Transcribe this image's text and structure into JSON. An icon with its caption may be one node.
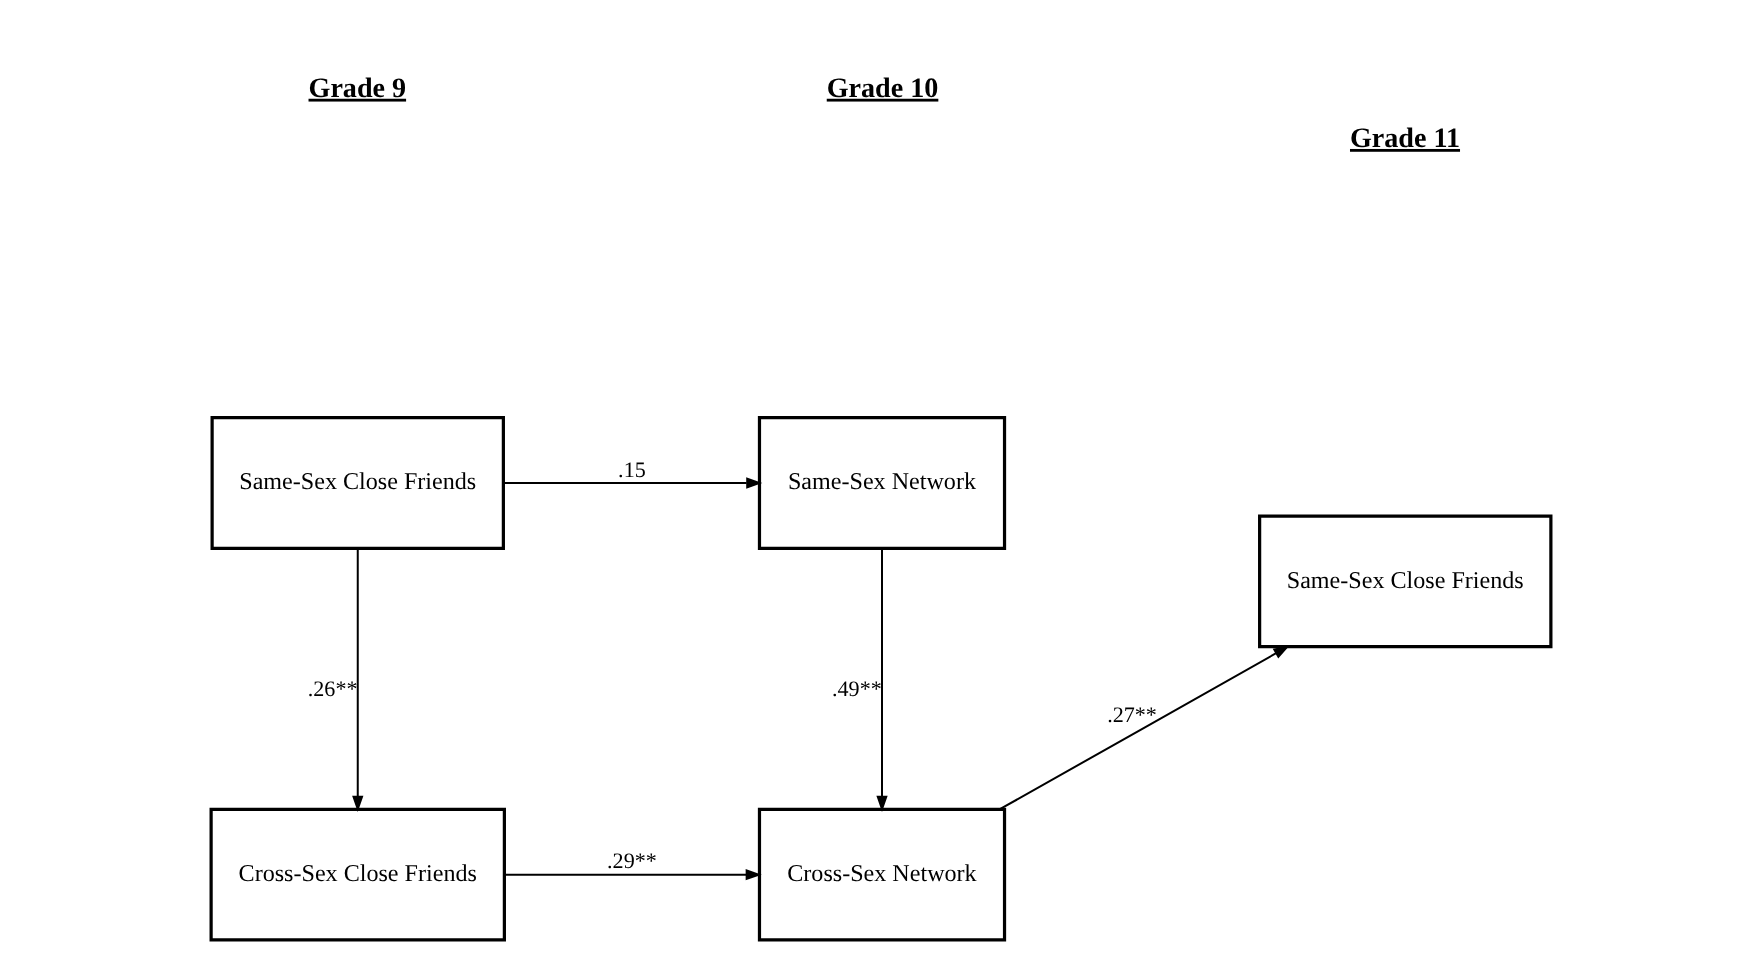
{
  "diagram": {
    "nodes": [
      {
        "text": [
          "Same-Sex Close Friends"
        ]
      },
      {
        "text": [
          "Same-Sex Network"
        ]
      },
      {
        "text": [
          "Cross-Sex Close Friends"
        ]
      },
      {
        "text": [
          "Cross-Sex Network"
        ]
      },
      {
        "text": [
          "Same-Sex Close Friends"
        ]
      }
    ],
    "edges": [
      {
        "from": 0,
        "to": 1,
        "arrow": "to",
        "label": ".15"
      },
      {
        "from": 0,
        "to": 2,
        "arrow": "to",
        "label": ".26**"
      },
      {
        "from": 1,
        "to": 3,
        "arrow": "to",
        "label": ".49**"
      },
      {
        "from": 2,
        "to": 3,
        "arrow": "to",
        "label": ".29**"
      },
      {
        "from": 3,
        "to": 4,
        "arrow": "to",
        "label": ".27**"
      }
    ],
    "labels": [
      "Grade 9",
      "Grade 10",
      "Grade 11"
    ]
  }
}
